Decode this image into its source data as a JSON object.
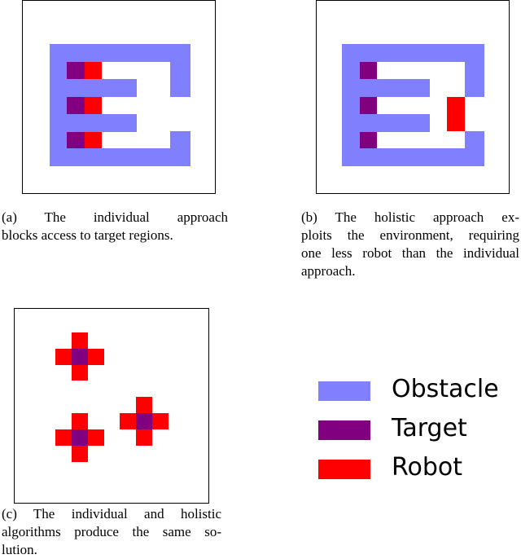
{
  "colors": {
    "obstacle": "#8080ff",
    "target": "#800080",
    "robot": "#ff0000"
  },
  "captions": {
    "a": [
      "(a)  The  individual  approach",
      "blocks access to target regions."
    ],
    "b": [
      "(b) The holistic approach ex-",
      "ploits the environment, requiring",
      "one less robot than the individual",
      "approach."
    ],
    "c": [
      "(c)  The individual and holistic",
      "algorithms produce the same so-",
      "lution."
    ]
  },
  "legend": [
    {
      "label": "Obstacle",
      "color_key": "obstacle"
    },
    {
      "label": "Target",
      "color_key": "target"
    },
    {
      "label": "Robot",
      "color_key": "robot"
    }
  ]
}
